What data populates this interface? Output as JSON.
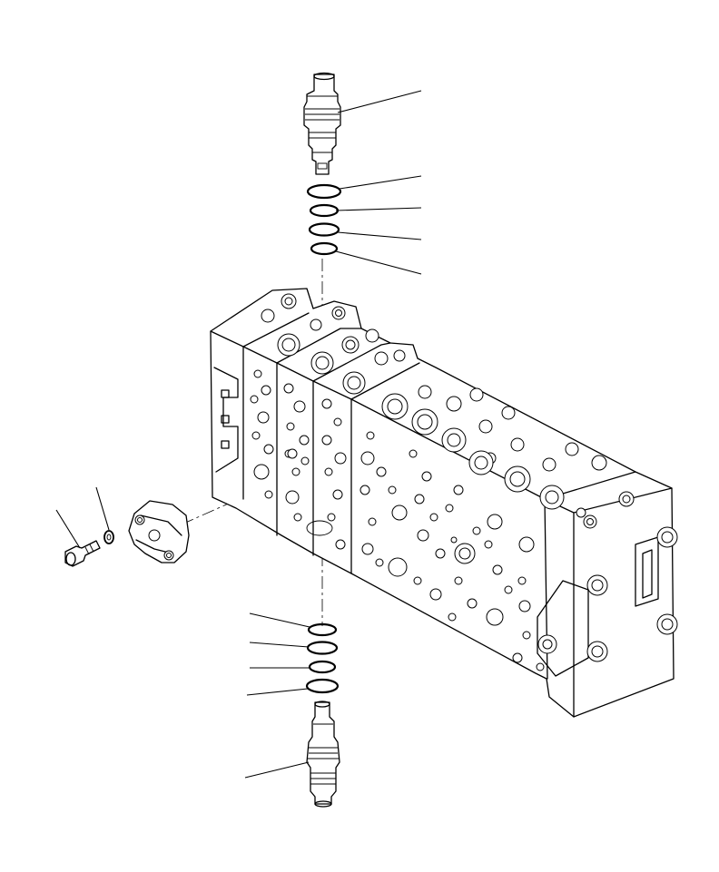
{
  "figure": {
    "part_labels": []
  },
  "parts": {
    "upper_valve": "upper-relief-valve",
    "upper_orings": [
      "o-ring-upper-1",
      "o-ring-upper-2",
      "o-ring-upper-3",
      "o-ring-upper-4"
    ],
    "lower_orings": [
      "o-ring-lower-1",
      "o-ring-lower-2",
      "o-ring-lower-3",
      "o-ring-lower-4"
    ],
    "lower_valve": "lower-relief-valve",
    "bolt": "bolt",
    "washer": "washer",
    "cover": "valve-cover",
    "body": "control-valve-body"
  }
}
